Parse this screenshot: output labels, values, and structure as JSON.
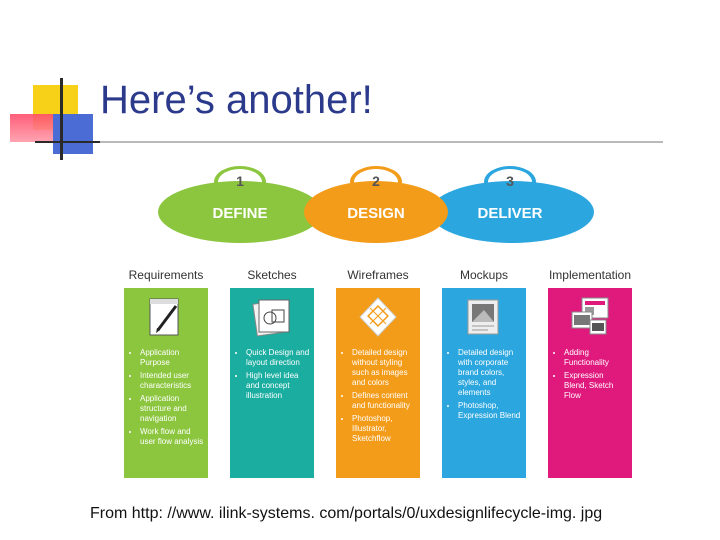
{
  "slide": {
    "title": "Here’s another!",
    "caption": "From http: //www. ilink-systems. com/portals/0/uxdesignlifecycle-img. jpg"
  },
  "diagram": {
    "stages": [
      {
        "number": "1",
        "label": "DEFINE",
        "color": "#8cc63f"
      },
      {
        "number": "2",
        "label": "DESIGN",
        "color": "#f39c1a"
      },
      {
        "number": "3",
        "label": "DELIVER",
        "color": "#2ba6de"
      }
    ],
    "columns": [
      {
        "heading": "Requirements",
        "color": "#8cc63f",
        "icon": "document-pen-icon",
        "items": [
          "Application Purpose",
          "Intended user characteristics",
          "Application structure and navigation",
          "Work flow and user flow analysis"
        ]
      },
      {
        "heading": "Sketches",
        "color": "#1aada0",
        "icon": "sketch-icon",
        "items": [
          "Quick Design and layout direction",
          "High level idea and concept illustration"
        ]
      },
      {
        "heading": "Wireframes",
        "color": "#f39c1a",
        "icon": "wireframe-icon",
        "items": [
          "Detailed design without styling such as images and colors",
          "Defines content and functionality",
          "Photoshop, Illustrator, Sketchflow"
        ]
      },
      {
        "heading": "Mockups",
        "color": "#2ba6de",
        "icon": "mockup-icon",
        "items": [
          "Detailed design with corporate brand colors, styles, and elements",
          "Photoshop, Expression Blend"
        ]
      },
      {
        "heading": "Implementation",
        "color": "#e0197d",
        "icon": "screens-icon",
        "items": [
          "Adding Functionality",
          "Expression Blend, Sketch Flow"
        ]
      }
    ]
  }
}
